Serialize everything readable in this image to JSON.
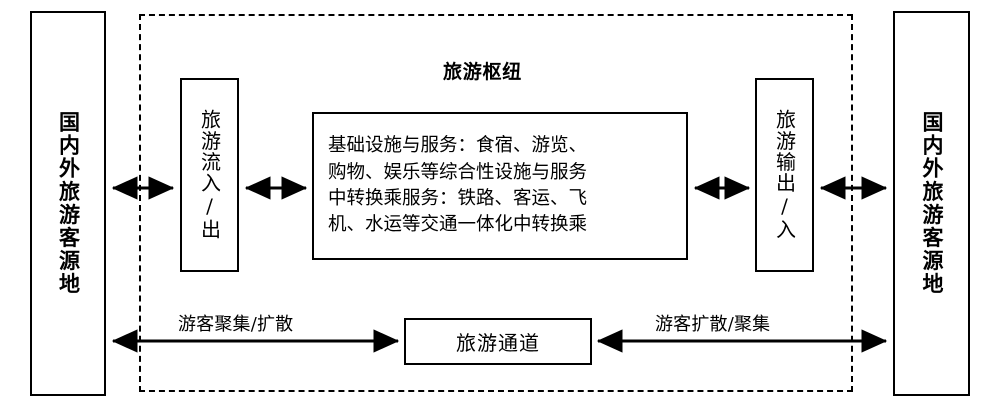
{
  "diagram": {
    "title": "旅游枢纽",
    "source_left": {
      "label": "国内外旅游客源地"
    },
    "source_right": {
      "label": "国内外旅游客源地"
    },
    "inflow": {
      "label": "旅游流入/出"
    },
    "outflow": {
      "label": "旅游输出/入"
    },
    "services": {
      "line1": "基础设施与服务：食宿、游览、",
      "line2": "购物、娱乐等综合性设施与服务",
      "line3": "中转换乘服务：铁路、客运、飞",
      "line4": "机、水运等交通一体化中转换乘"
    },
    "channel": {
      "label": "旅游通道"
    },
    "flows": {
      "left_label": "游客聚集/扩散",
      "right_label": "游客扩散/聚集"
    },
    "colors": {
      "stroke": "#000000",
      "background": "#ffffff"
    }
  }
}
